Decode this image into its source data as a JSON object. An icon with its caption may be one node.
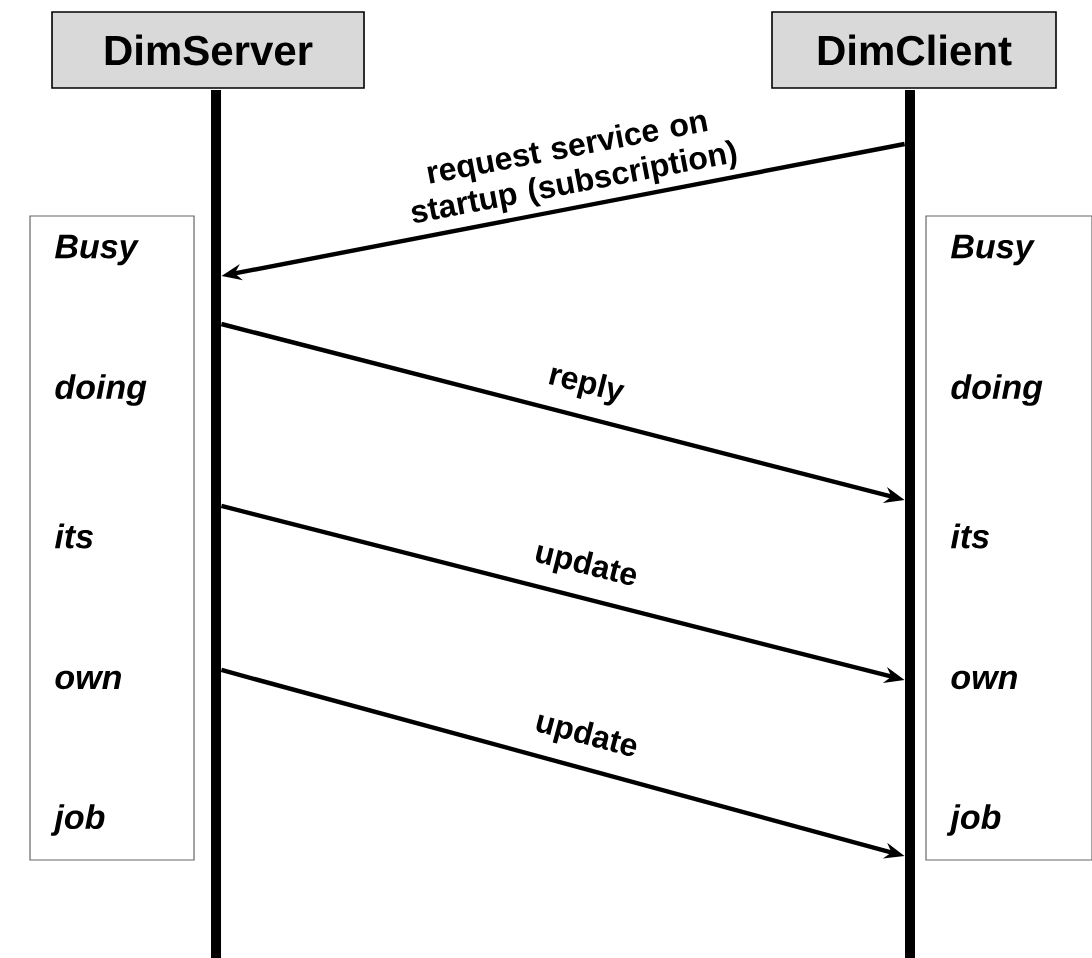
{
  "diagram": {
    "nodes": [
      {
        "text": [
          "DimServer"
        ]
      },
      {
        "text": [
          "DimClient"
        ]
      },
      {
        "text": [],
        "shape": "bar"
      },
      {
        "text": [],
        "shape": "bar"
      },
      {
        "text": [
          "Busy",
          "doing",
          "its",
          "own",
          "job"
        ]
      },
      {
        "text": [
          "Busy",
          "doing",
          "its",
          "own",
          "job"
        ]
      }
    ],
    "edges": [
      {
        "from": 3,
        "to": 2,
        "arrow": "to",
        "label": "request service on startup (subscription)"
      },
      {
        "from": 2,
        "to": 3,
        "arrow": "to",
        "label": "reply"
      },
      {
        "from": 2,
        "to": 3,
        "arrow": "to",
        "label": "update"
      },
      {
        "from": 2,
        "to": 3,
        "arrow": "to",
        "label": "update"
      }
    ]
  }
}
